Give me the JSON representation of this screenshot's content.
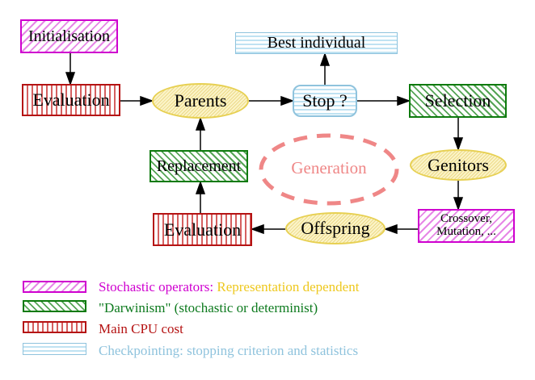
{
  "diagram": {
    "nodes": {
      "initialisation": {
        "label": "Initialisation"
      },
      "evaluation_top": {
        "label": "Evaluation"
      },
      "parents": {
        "label": "Parents"
      },
      "best_individual": {
        "label": "Best individual"
      },
      "stop": {
        "label": "Stop ?"
      },
      "selection": {
        "label": "Selection"
      },
      "replacement": {
        "label": "Replacement"
      },
      "generation": {
        "label": "Generation"
      },
      "genitors": {
        "label": "Genitors"
      },
      "evaluation_bottom": {
        "label": "Evaluation"
      },
      "crossover": {
        "line1": "Crossover,",
        "line2": "Mutation, ..."
      },
      "offspring": {
        "label": "Offspring"
      }
    },
    "edges": [
      "initialisation->evaluation",
      "evaluation->parents",
      "parents->stop",
      "stop->best_individual",
      "stop->selection",
      "selection->genitors",
      "genitors->crossover_mutation",
      "crossover_mutation->offspring",
      "offspring->evaluation",
      "evaluation->replacement",
      "replacement->parents"
    ]
  },
  "legend": {
    "rows": [
      {
        "pattern": "magenta-diagonal-hatch",
        "part1": "Stochastic operators:",
        "part2": "Representation dependent"
      },
      {
        "pattern": "green-diagonal-hatch",
        "part1": "\"Darwinism\" (stochastic or determinist)",
        "part2": ""
      },
      {
        "pattern": "red-vertical-stripes",
        "part1": "Main CPU cost",
        "part2": ""
      },
      {
        "pattern": "cyan-horizontal-stripes",
        "part1": "Checkpointing: stopping criterion and statistics",
        "part2": ""
      }
    ]
  },
  "colors": {
    "magenta": "#cf00cf",
    "green_border": "#0d7a0d",
    "red": "#b51313",
    "cyan_border": "#8fc3dd",
    "yellow_border": "#e7d052",
    "salmon": "#ef8787",
    "legend_gold": "#eec81e",
    "legend_green_text": "#0d7a1e",
    "legend_cyan_text": "#8fc3dd"
  }
}
